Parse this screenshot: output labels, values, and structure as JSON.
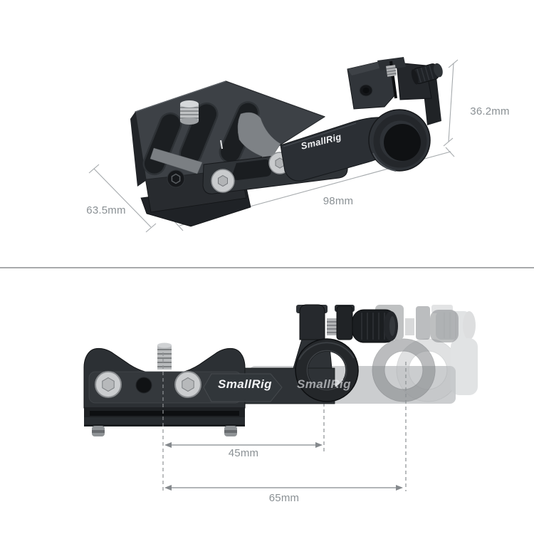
{
  "brand": {
    "name": "SmallRig"
  },
  "top_view": {
    "description": "perspective render of rod clamp with quick release plate",
    "labels": {
      "height": "36.2mm",
      "length": "98mm",
      "width": "63.5mm"
    },
    "logo": "SmallRig"
  },
  "bottom_view": {
    "description": "side render showing rod clamp offset and sliding range",
    "labels": {
      "rod_offset": "45mm",
      "rod_offset_extended": "65mm"
    },
    "logo_solid": "SmallRig",
    "logo_ghost": "SmallRig"
  },
  "colors": {
    "background": "#ffffff",
    "divider": "#a8aaac",
    "dimension_line": "#a6aaad",
    "dimension_text": "#8a9094",
    "product_body": "#2c3034",
    "product_top_face": "#3d4146",
    "silver_hardware": "#c6c8ca",
    "logo_text": "#f2f3f5"
  }
}
